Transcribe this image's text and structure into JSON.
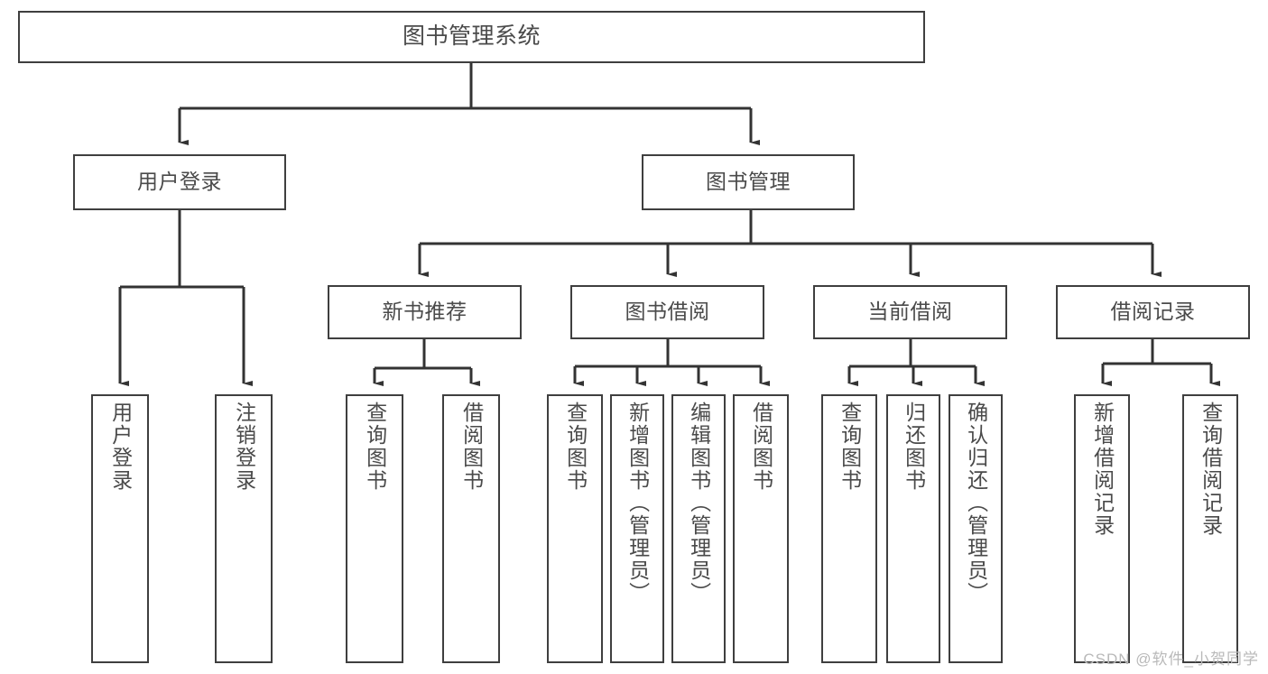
{
  "diagram": {
    "title": "图书管理系统",
    "type": "tree-hierarchy-diagram",
    "colors": {
      "box_border": "#3f3f3f",
      "box_fill": "#ffffff",
      "text": "#4a4a4a",
      "connector": "#333333",
      "watermark": "#b9b9b9"
    },
    "root": {
      "label": "图书管理系统"
    },
    "level2": [
      {
        "label": "用户登录"
      },
      {
        "label": "图书管理"
      }
    ],
    "level3": [
      {
        "label": "新书推荐"
      },
      {
        "label": "图书借阅"
      },
      {
        "label": "当前借阅"
      },
      {
        "label": "借阅记录"
      }
    ],
    "leaves": {
      "user_login": [
        {
          "label": "用户登录"
        },
        {
          "label": "注销登录"
        }
      ],
      "new_book_recommend": [
        {
          "label": "查询图书"
        },
        {
          "label": "借阅图书"
        }
      ],
      "book_borrow": [
        {
          "label": "查询图书"
        },
        {
          "label": "新增图书（管理员）"
        },
        {
          "label": "编辑图书（管理员）"
        },
        {
          "label": "借阅图书"
        }
      ],
      "current_borrow": [
        {
          "label": "查询图书"
        },
        {
          "label": "归还图书"
        },
        {
          "label": "确认归还（管理员）"
        }
      ],
      "borrow_record": [
        {
          "label": "新增借阅记录"
        },
        {
          "label": "查询借阅记录"
        }
      ]
    }
  },
  "watermark": {
    "text": "CSDN @软件_小贺同学"
  }
}
